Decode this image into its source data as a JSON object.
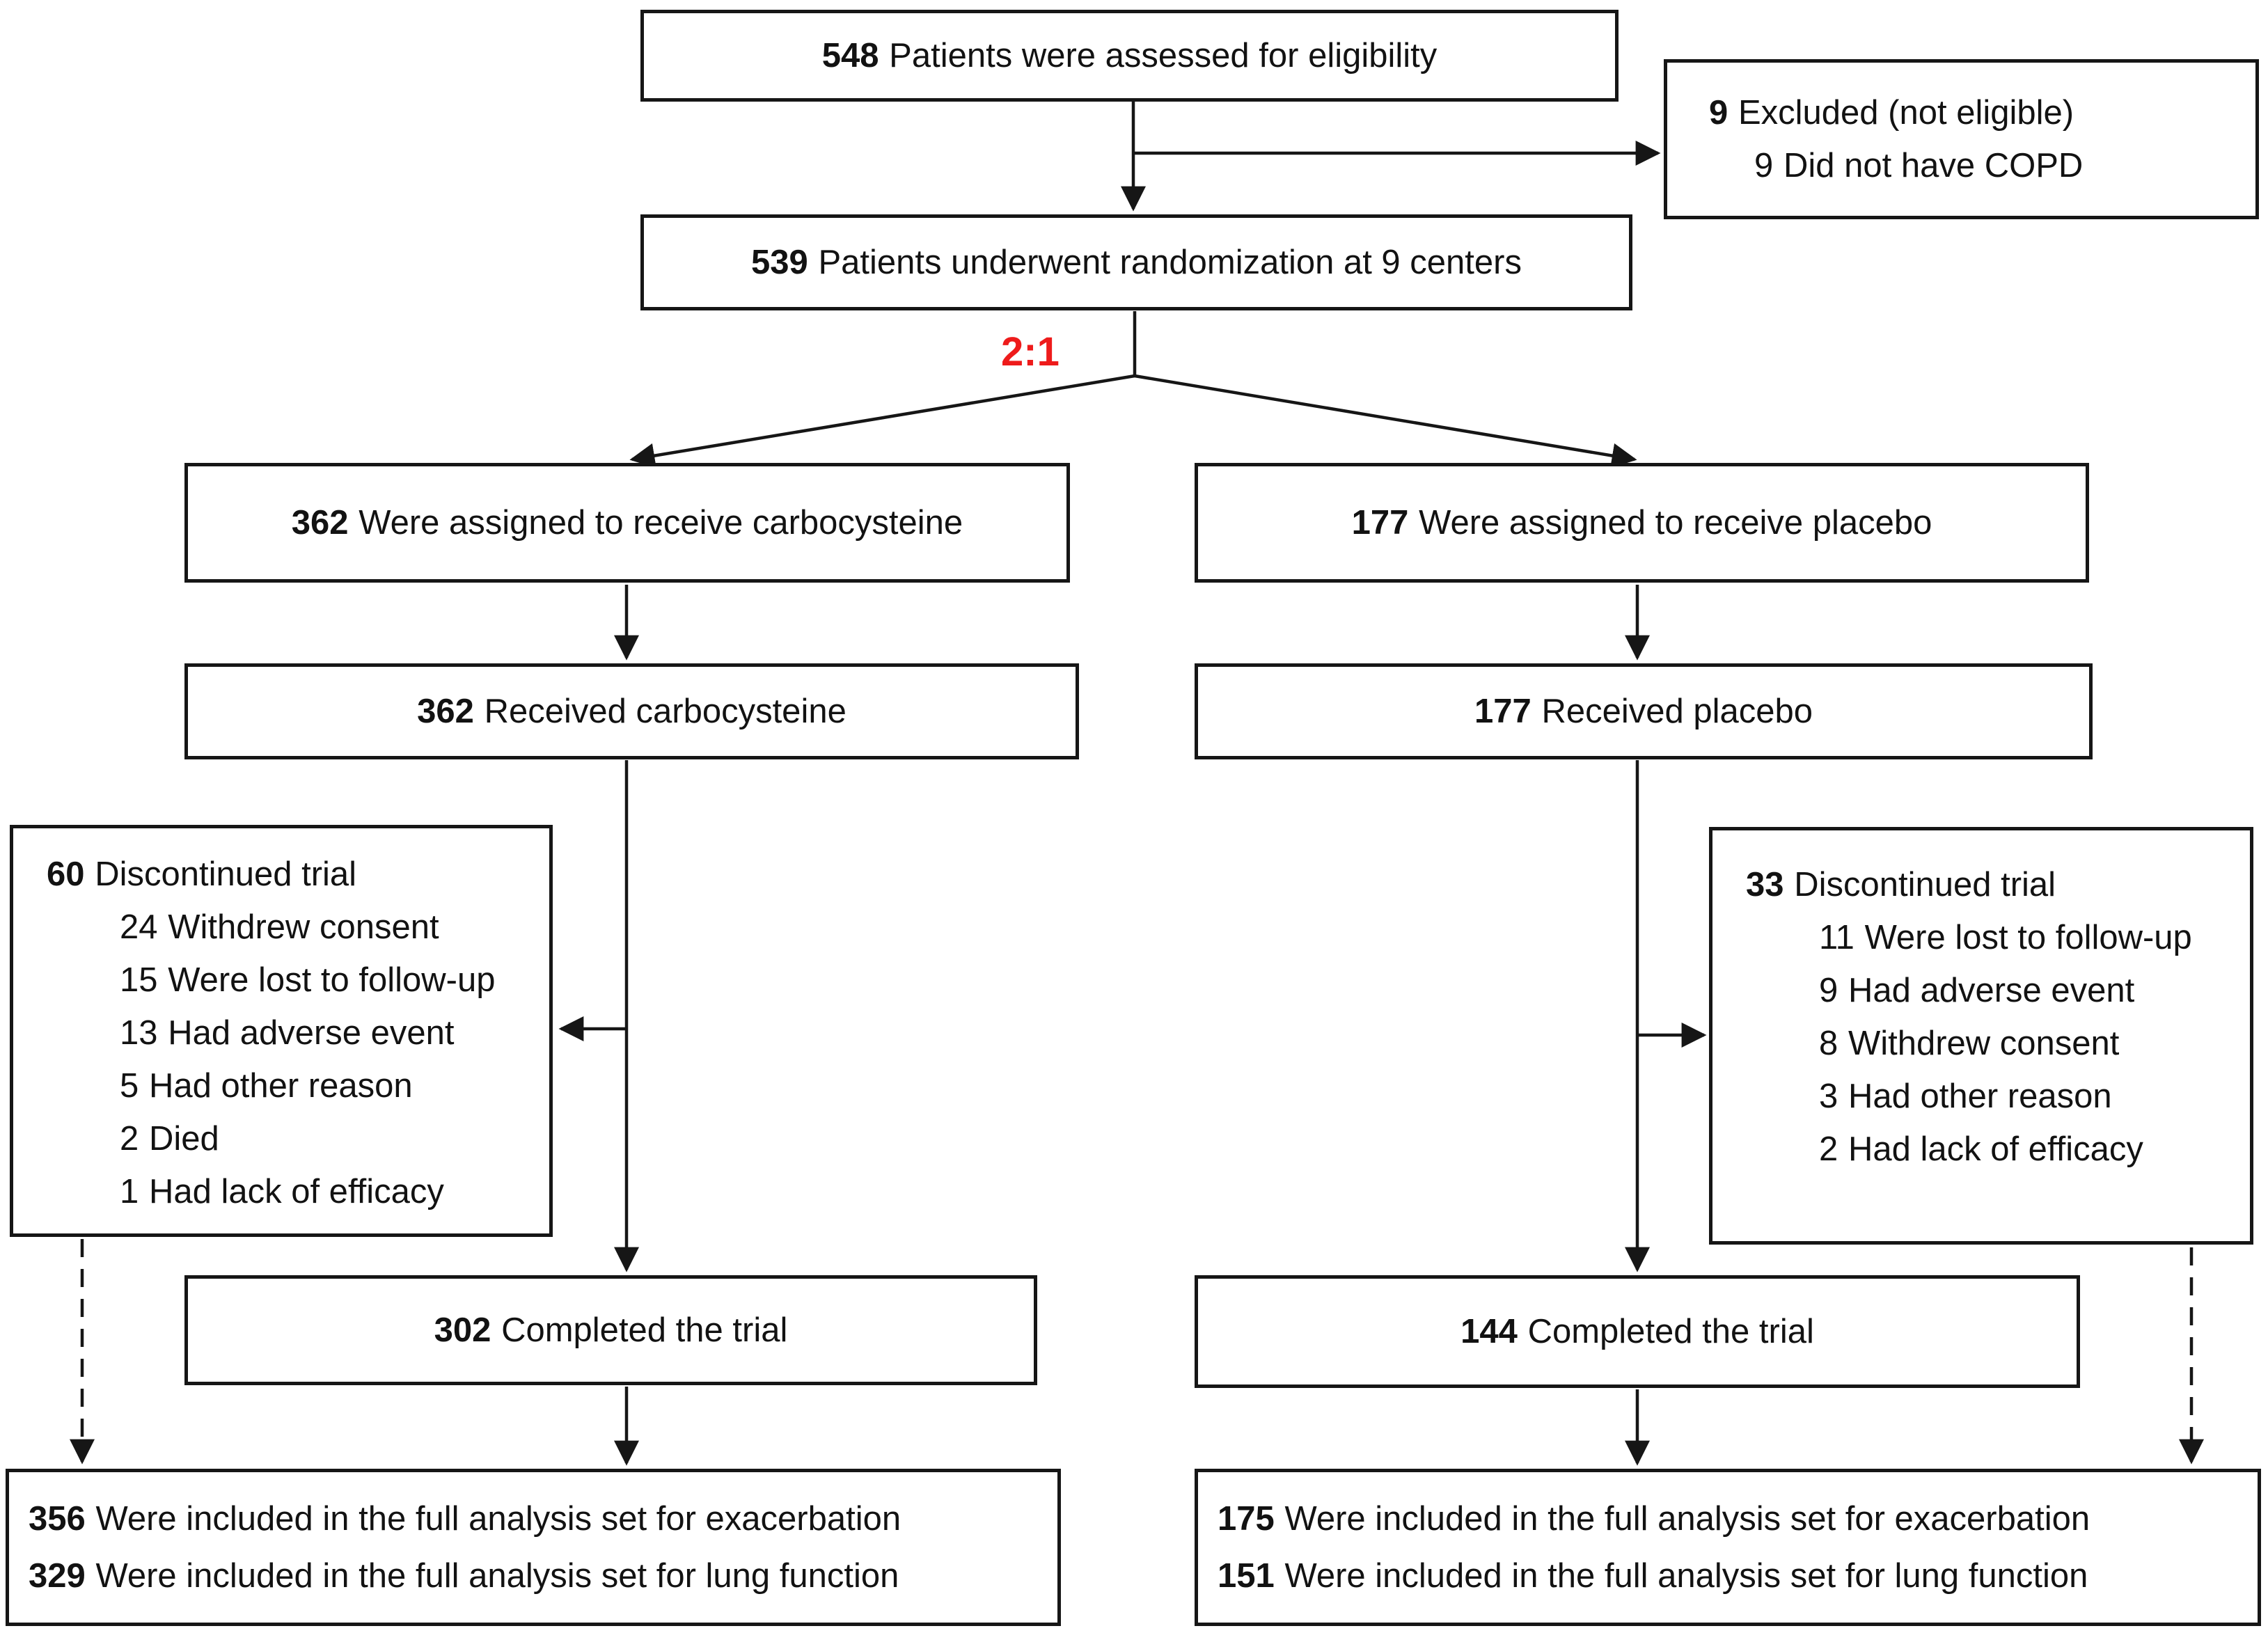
{
  "flow": {
    "ratio_label": "2:1",
    "assessed": {
      "number": "548",
      "label": "Patients were assessed for eligibility"
    },
    "excluded": {
      "number": "9",
      "label": "Excluded (not eligible)",
      "reasons": [
        {
          "number": "9",
          "label": "Did not have COPD"
        }
      ]
    },
    "randomized": {
      "number": "539",
      "label": "Patients underwent randomization at 9 centers"
    },
    "carbocysteine": {
      "assigned": {
        "number": "362",
        "label": "Were assigned to receive carbocysteine"
      },
      "received": {
        "number": "362",
        "label": "Received carbocysteine"
      },
      "discontinued": {
        "number": "60",
        "label": "Discontinued trial",
        "reasons": [
          {
            "number": "24",
            "label": "Withdrew consent"
          },
          {
            "number": "15",
            "label": "Were lost to follow-up"
          },
          {
            "number": "13",
            "label": "Had adverse event"
          },
          {
            "number": "5",
            "label": "Had other reason"
          },
          {
            "number": "2",
            "label": "Died"
          },
          {
            "number": "1",
            "label": "Had lack of efficacy"
          }
        ]
      },
      "completed": {
        "number": "302",
        "label": "Completed the trial"
      },
      "analysis": [
        {
          "number": "356",
          "label": "Were included in the full analysis set for exacerbation"
        },
        {
          "number": "329",
          "label": "Were included in the full analysis set for lung function"
        }
      ]
    },
    "placebo": {
      "assigned": {
        "number": "177",
        "label": "Were assigned to receive placebo"
      },
      "received": {
        "number": "177",
        "label": "Received placebo"
      },
      "discontinued": {
        "number": "33",
        "label": "Discontinued trial",
        "reasons": [
          {
            "number": "11",
            "label": "Were lost to follow-up"
          },
          {
            "number": "9",
            "label": "Had adverse event"
          },
          {
            "number": "8",
            "label": "Withdrew consent"
          },
          {
            "number": "3",
            "label": "Had other reason"
          },
          {
            "number": "2",
            "label": "Had lack of efficacy"
          }
        ]
      },
      "completed": {
        "number": "144",
        "label": "Completed the trial"
      },
      "analysis": [
        {
          "number": "175",
          "label": "Were included in the full analysis set for exacerbation"
        },
        {
          "number": "151",
          "label": "Were included in the full analysis set for lung function"
        }
      ]
    },
    "colors": {
      "ratio_red": "#ee1b1b",
      "line": "#161616"
    }
  }
}
